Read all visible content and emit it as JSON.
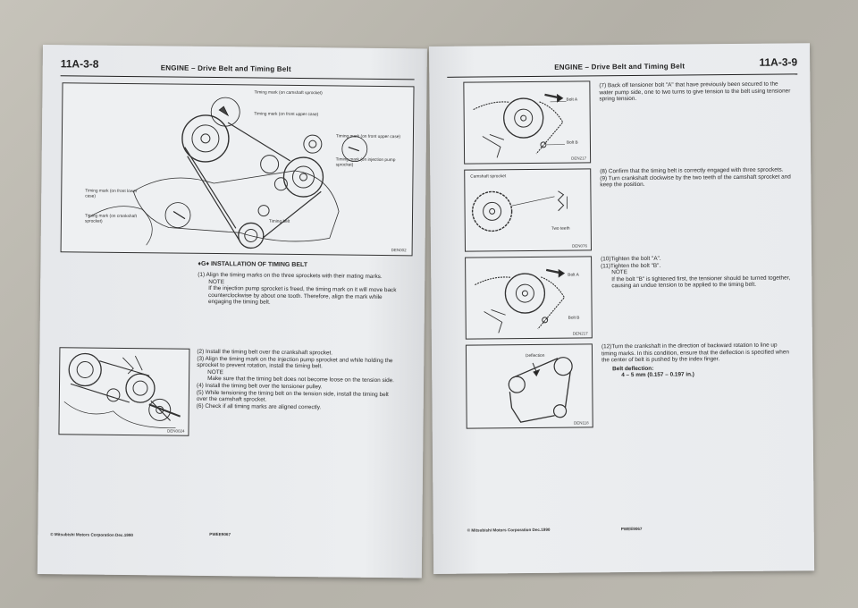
{
  "left_page": {
    "page_number": "11A-3-8",
    "header_title": "ENGINE – Drive Belt and Timing Belt",
    "figure1": {
      "code": "DEN002",
      "labels": {
        "camshaft": "Timing mark (on camshaft sprocket)",
        "front_upper": "Timing mark (on front upper case)",
        "front_upper_right": "Timing mark (on front upper case)",
        "injection": "Timing mark (on injection pump sprocket)",
        "front_lower": "Timing mark (on front lower case)",
        "crankshaft": "Timing mark (on crankshaft sprocket)",
        "timing_belt": "Timing belt"
      }
    },
    "section_title": "♦G♦ INSTALLATION OF TIMING BELT",
    "steps_a": {
      "s1": "(1) Align the timing marks on the three sprockets with their mating marks.",
      "note1_label": "NOTE",
      "note1": "If the injection pump sprocket is freed, the timing mark on it will move back counterclockwise by about one tooth. Therefore, align the mark while engaging the timing belt."
    },
    "figure2": {
      "code": "DEN0024"
    },
    "steps_b": {
      "s2": "(2) Install the timing belt over the crankshaft sprocket.",
      "s3": "(3) Align the timing mark on the injection pump sprocket and while holding the sprocket to prevent rotation, install the timing belt.",
      "note2_label": "NOTE",
      "note2": "Make sure that the timing belt does not become loose on the tension side.",
      "s4": "(4) Install the timing belt over the tensioner pulley.",
      "s5": "(5) While tensioning the timing belt on the tension side, install the timing belt over the camshaft sprocket.",
      "s6": "(6) Check if all timing marks are aligned correctly."
    },
    "footer_left": "© Mitsubishi Motors Corporation  Dec.1990",
    "footer_right": "PWEE9067"
  },
  "right_page": {
    "page_number": "11A-3-9",
    "header_title": "ENGINE – Drive Belt and Timing Belt",
    "fig1": {
      "code": "DEN217",
      "bolt_a": "Bolt A",
      "bolt_b": "Bolt B"
    },
    "step7": "(7) Back off tensioner bolt \"A\" that have previously been secured to the water pump side, one to two turns to give tension to the belt using tensioner spring tension.",
    "fig2": {
      "code": "DEN076",
      "camshaft": "Camshaft sprocket",
      "two_teeth": "Two teeth"
    },
    "step8": "(8) Confirm that the timing belt is correctly engaged with three sprockets.",
    "step9": "(9) Turn crankshaft clockwise by the two teeth of the camshaft sprocket and keep the position.",
    "fig3": {
      "code": "DEN217",
      "bolt_a": "Bolt A",
      "bolt_b": "Bolt B"
    },
    "step10": "(10)Tighten the bolt \"A\".",
    "step11": "(11)Tighten the bolt \"B\".",
    "note_label": "NOTE",
    "note": "If the bolt \"B\" is tightened first, the tensioner should be turned together, causing an undue tension to be applied to the timing belt.",
    "fig4": {
      "code": "DEN118",
      "deflection": "Deflection"
    },
    "step12": "(12)Turn the crankshaft in the direction of backward rotation to line up timing marks. In this condition, ensure that the deflection is specified when the center of belt is pushed by the index finger.",
    "belt_title": "Belt deflection:",
    "belt_value": "4 – 5 mm (0.157 – 0.197 in.)",
    "footer_left": "© Mitsubishi Motors Corporation  Dec.1990",
    "footer_right": "PWEE9067"
  }
}
